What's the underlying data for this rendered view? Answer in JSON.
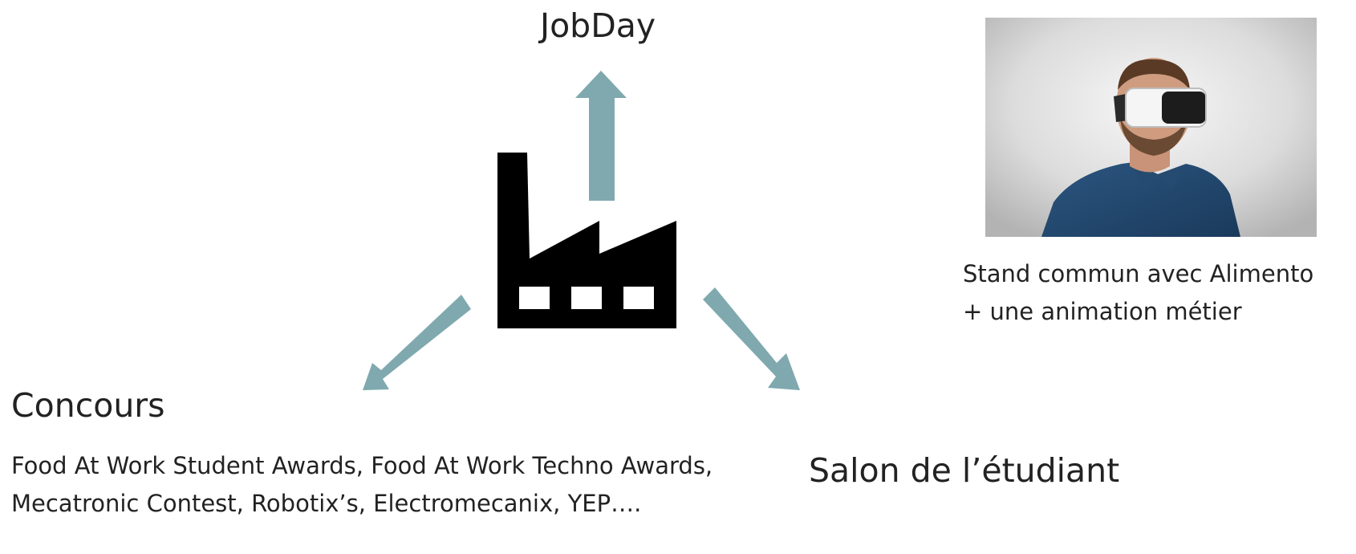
{
  "center": {
    "icon": "factory-icon"
  },
  "arrows": {
    "color": "#7FA9AF",
    "up_target": "JobDay",
    "left_target": "Concours",
    "right_target": "Salon de l’étudiant"
  },
  "jobday": {
    "title": "JobDay"
  },
  "concours": {
    "title": "Concours",
    "description": "Food At Work Student Awards, Food At Work Techno Awards, Mecatronic Contest, Robotix’s, Electromecanix, YEP…."
  },
  "salon": {
    "title": "Salon de l’étudiant"
  },
  "photo": {
    "subject": "man-wearing-vr-headset",
    "caption": "Stand commun avec Alimento + une animation métier"
  },
  "colors": {
    "text": "#222222",
    "factory": "#000000",
    "arrow": "#7FA9AF"
  }
}
